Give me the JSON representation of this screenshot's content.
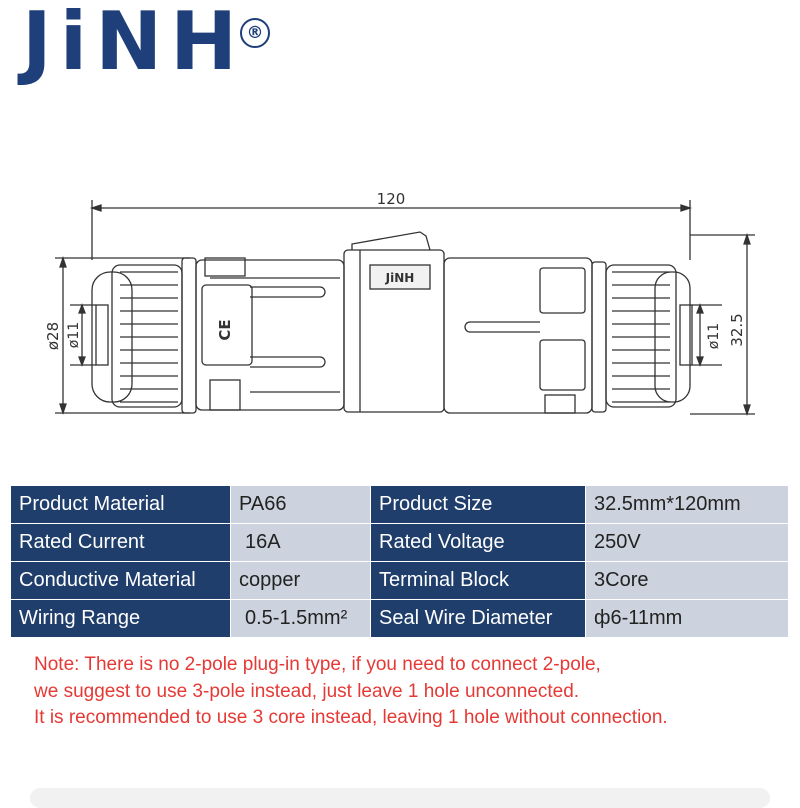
{
  "brand": {
    "logo_text": "JiNH",
    "registered_mark": "®",
    "colors": {
      "navy": "#1f3f7a",
      "accent": "#e8a33a"
    }
  },
  "drawing": {
    "dimensions": {
      "length": "120",
      "outer_diameter": "ø28",
      "cable_diameter_left": "ø11",
      "cable_diameter_right": "ø11",
      "height": "32.5"
    },
    "marks": {
      "housing_logo": "JiNH",
      "ce_mark": "CE"
    }
  },
  "specs": {
    "rows": [
      {
        "label1": "Product Material",
        "value1": "PA66",
        "label2": "Product Size",
        "value2": "32.5mm*120mm"
      },
      {
        "label1": "Rated Current",
        "value1": "16A",
        "label2": "Rated Voltage",
        "value2": "250V"
      },
      {
        "label1": "Conductive Material",
        "value1": "copper",
        "label2": "Terminal Block",
        "value2": "3Core"
      },
      {
        "label1": "Wiring Range",
        "value1": "0.5-1.5mm²",
        "label2": "Seal Wire Diameter",
        "value2": "ф6-11mm"
      }
    ],
    "colors": {
      "label_bg": "#1f3e6b",
      "value_bg": "#cdd3de"
    }
  },
  "note": {
    "lines": [
      "Note: There is no 2-pole plug-in type, if you need to connect 2-pole,",
      "we suggest to use 3-pole instead, just leave 1 hole unconnected.",
      "It is recommended to use 3 core instead, leaving 1 hole without connection."
    ],
    "color": "#e53935"
  }
}
